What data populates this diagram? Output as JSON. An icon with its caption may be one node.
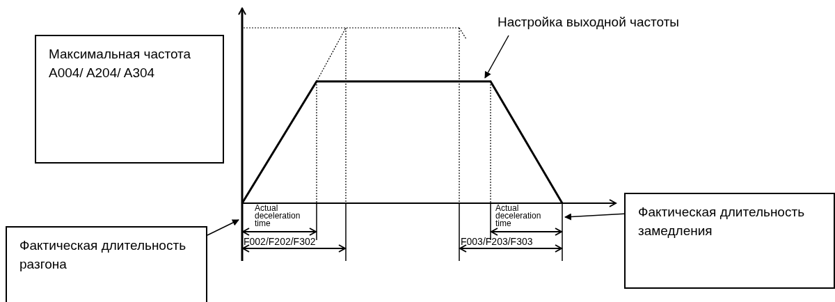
{
  "diagram": {
    "nodes": [
      {
        "text": [
          "Максимальная частота A004/ A204/ A304"
        ]
      },
      {
        "text": [
          "Настройка выходной частоты"
        ]
      },
      {
        "text": [
          "Фактическая длительность разгона"
        ]
      },
      {
        "text": [
          "Фактическая длительность замедления"
        ]
      }
    ],
    "edges": [
      {
        "from": 1,
        "to": null,
        "arrow": "to"
      },
      {
        "from": 2,
        "to": null,
        "arrow": "to"
      },
      {
        "from": 3,
        "to": null,
        "arrow": "to"
      }
    ],
    "labels": [
      "Actual deceleration time",
      "F002/F202/F302",
      "Actual deceleration time",
      "F003/F203/F303"
    ]
  }
}
